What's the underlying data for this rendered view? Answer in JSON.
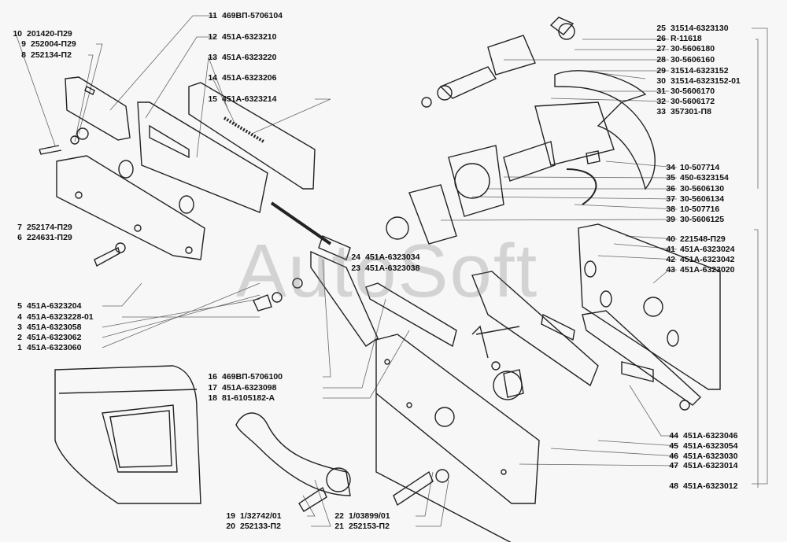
{
  "watermark": "AutoSoft",
  "labels": [
    {
      "num": "1",
      "code": "451А-6323060"
    },
    {
      "num": "2",
      "code": "451А-6323062"
    },
    {
      "num": "3",
      "code": "451А-6323058"
    },
    {
      "num": "4",
      "code": "451А-6323228-01"
    },
    {
      "num": "5",
      "code": "451А-6323204"
    },
    {
      "num": "6",
      "code": "224631-П29"
    },
    {
      "num": "7",
      "code": "252174-П29"
    },
    {
      "num": "8",
      "code": "252134-П2"
    },
    {
      "num": "9",
      "code": "252004-П29"
    },
    {
      "num": "10",
      "code": "201420-П29"
    },
    {
      "num": "11",
      "code": "469ВП-5706104"
    },
    {
      "num": "12",
      "code": "451А-6323210"
    },
    {
      "num": "13",
      "code": "451А-6323220"
    },
    {
      "num": "14",
      "code": "451А-6323206"
    },
    {
      "num": "15",
      "code": "451А-6323214"
    },
    {
      "num": "16",
      "code": "469ВП-5706100"
    },
    {
      "num": "17",
      "code": "451А-6323098"
    },
    {
      "num": "18",
      "code": "81-6105182-А"
    },
    {
      "num": "19",
      "code": "1/32742/01"
    },
    {
      "num": "20",
      "code": "252133-П2"
    },
    {
      "num": "21",
      "code": "252153-П2"
    },
    {
      "num": "22",
      "code": "1/03899/01"
    },
    {
      "num": "23",
      "code": "451А-6323038"
    },
    {
      "num": "24",
      "code": "451А-6323034"
    },
    {
      "num": "25",
      "code": "31514-6323130"
    },
    {
      "num": "26",
      "code": "R-11618"
    },
    {
      "num": "27",
      "code": "30-5606180"
    },
    {
      "num": "28",
      "code": "30-5606160"
    },
    {
      "num": "29",
      "code": "31514-6323152"
    },
    {
      "num": "30",
      "code": "31514-6323152-01"
    },
    {
      "num": "31",
      "code": "30-5606170"
    },
    {
      "num": "32",
      "code": "30-5606172"
    },
    {
      "num": "33",
      "code": "357301-П8"
    },
    {
      "num": "34",
      "code": "10-507714"
    },
    {
      "num": "35",
      "code": "450-6323154"
    },
    {
      "num": "36",
      "code": "30-5606130"
    },
    {
      "num": "37",
      "code": "30-5606134"
    },
    {
      "num": "38",
      "code": "10-507716"
    },
    {
      "num": "39",
      "code": "30-5606125"
    },
    {
      "num": "40",
      "code": "221548-П29"
    },
    {
      "num": "41",
      "code": "451А-6323024"
    },
    {
      "num": "42",
      "code": "451А-6323042"
    },
    {
      "num": "43",
      "code": "451А-6323020"
    },
    {
      "num": "44",
      "code": "451А-6323046"
    },
    {
      "num": "45",
      "code": "451А-6323054"
    },
    {
      "num": "46",
      "code": "451А-6323030"
    },
    {
      "num": "47",
      "code": "451А-6323014"
    },
    {
      "num": "48",
      "code": "451А-6323012"
    }
  ]
}
